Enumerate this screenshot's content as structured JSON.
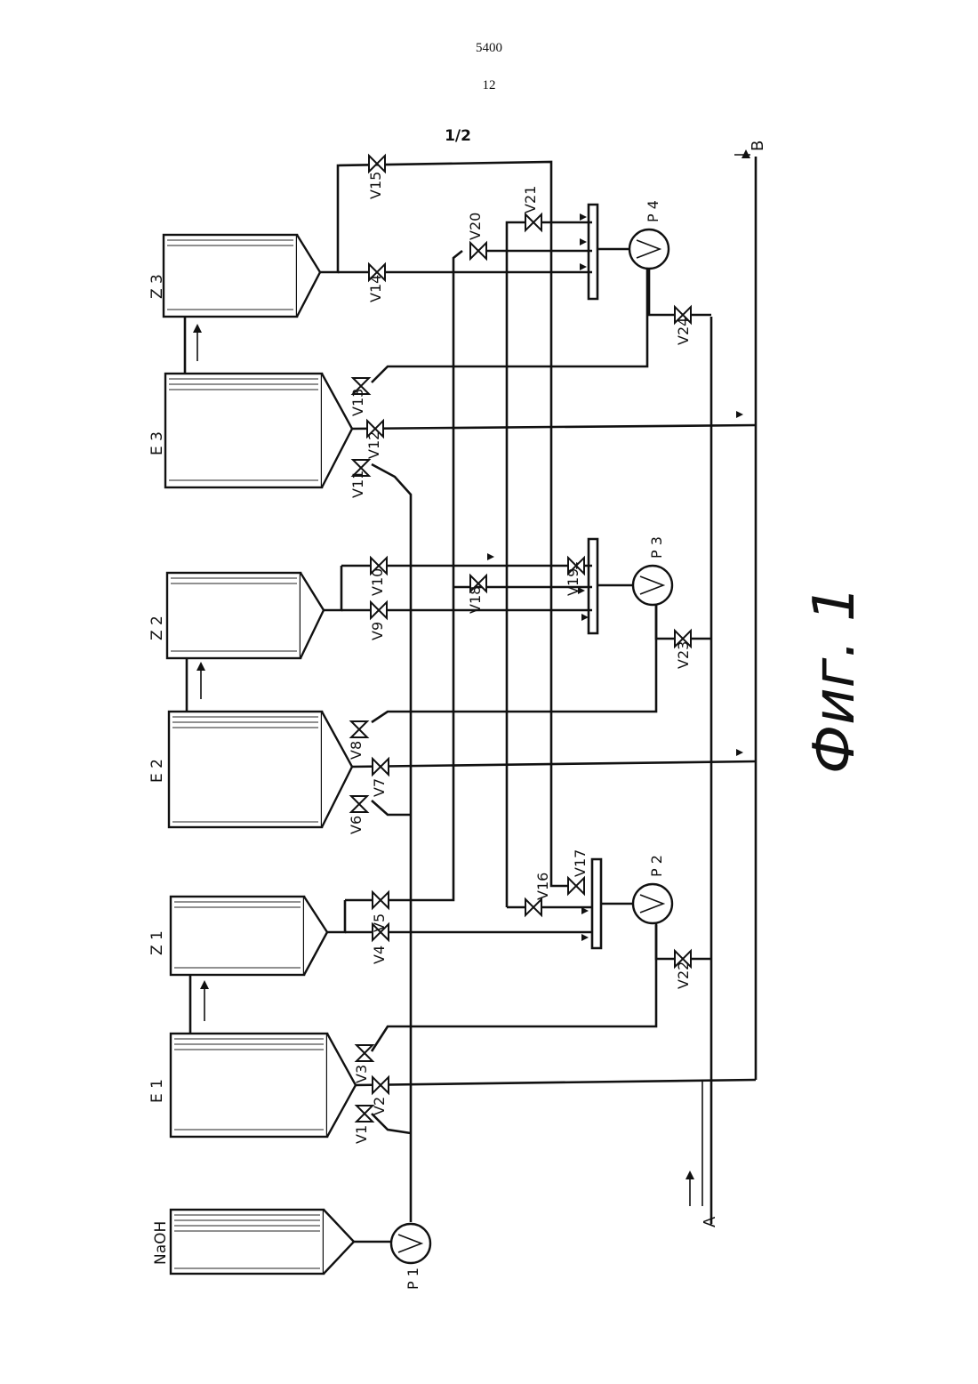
{
  "header": {
    "patent_number": "5400",
    "page_number": "12",
    "sheet": "1/2"
  },
  "figure_caption": "Фиг. 1",
  "tanks": [
    {
      "id": "naoh",
      "label": "NaOH"
    },
    {
      "id": "e1",
      "label": "E 1"
    },
    {
      "id": "z1",
      "label": "Z 1"
    },
    {
      "id": "e2",
      "label": "E 2"
    },
    {
      "id": "z2",
      "label": "Z 2"
    },
    {
      "id": "e3",
      "label": "E 3"
    },
    {
      "id": "z3",
      "label": "Z 3"
    }
  ],
  "pumps": [
    "P 1",
    "P 2",
    "P 3",
    "P 4"
  ],
  "valves": [
    "V1",
    "V2",
    "V3",
    "V4",
    "V5",
    "V6",
    "V7",
    "V8",
    "V9",
    "V10",
    "V11",
    "V12",
    "V13",
    "V14",
    "V15",
    "V16",
    "V17",
    "V18",
    "V19",
    "V20",
    "V21",
    "V22",
    "V23",
    "V24"
  ],
  "lines": {
    "inlet": "A",
    "outlet": "B"
  }
}
